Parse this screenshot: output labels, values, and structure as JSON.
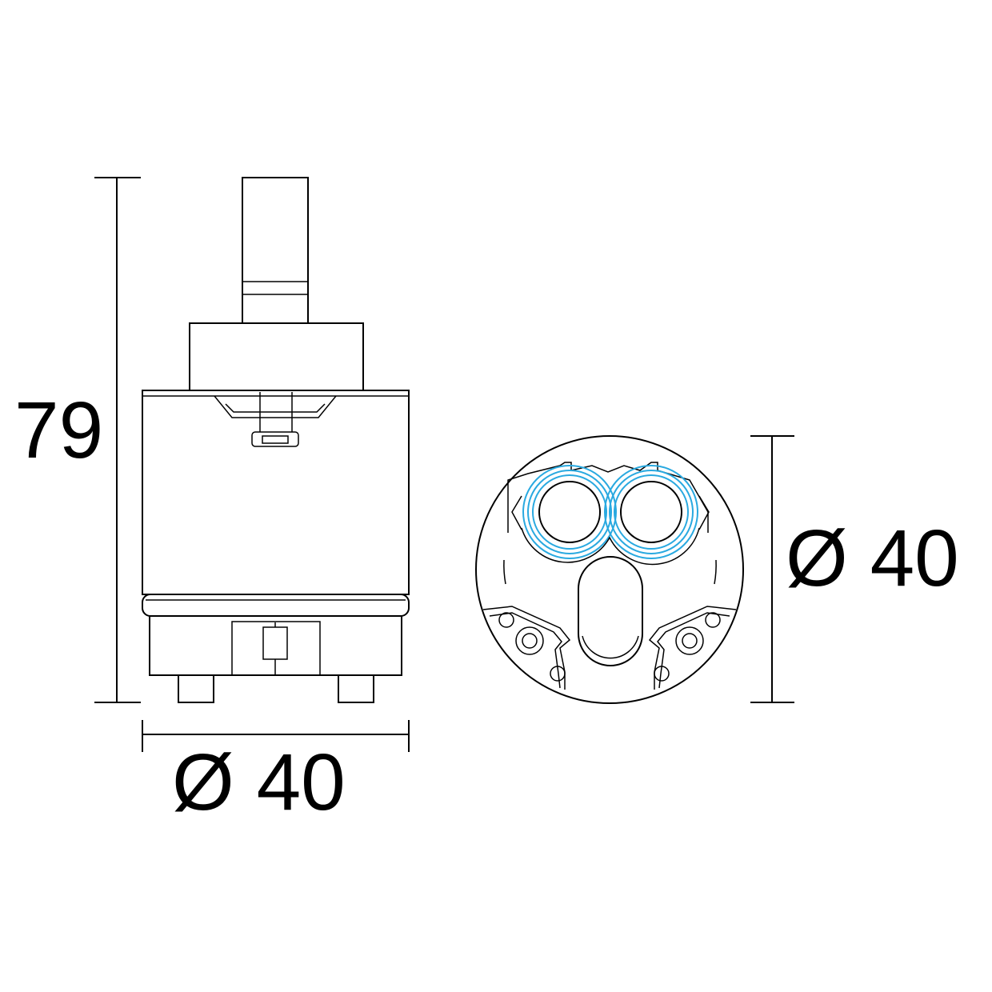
{
  "dimensions": {
    "height": "79",
    "side_diameter": "Ø 40",
    "bottom_diameter": "Ø 40"
  },
  "colors": {
    "line": "#000000",
    "seal_ring": "#29a9e0",
    "background": "#ffffff"
  }
}
